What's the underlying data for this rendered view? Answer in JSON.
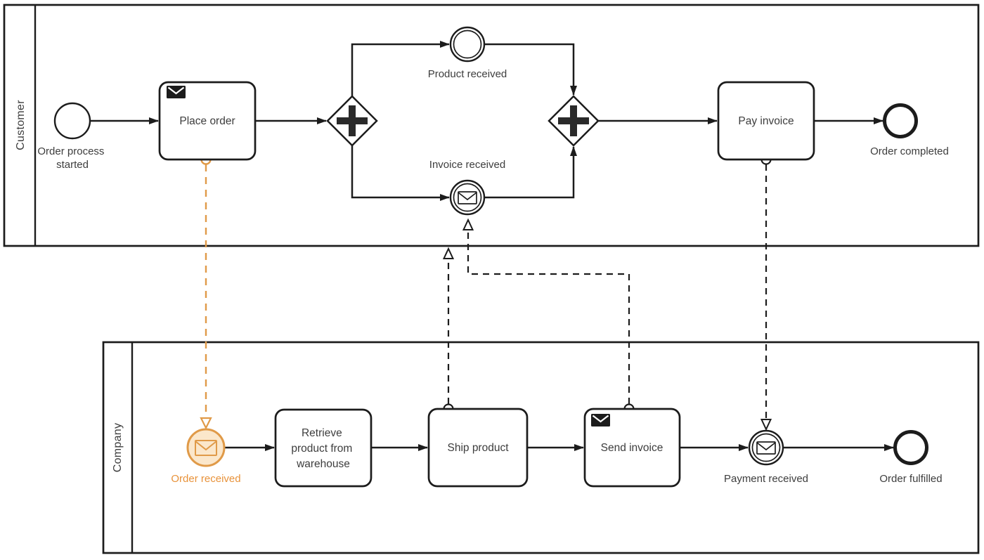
{
  "diagram": {
    "type": "BPMN collaboration diagram",
    "background_color": "#ffffff",
    "line_color": "#1c1c1c",
    "text_color": "#3d3d3d",
    "highlight_stroke_color": "#E09A48",
    "highlight_fill_color": "#FBE7CB",
    "highlight_text_color": "#E8923A"
  },
  "pools": {
    "customer": {
      "label": "Customer"
    },
    "company": {
      "label": "Company"
    }
  },
  "customer_lane": {
    "start_event": {
      "label_line1": "Order process",
      "label_line2": "started"
    },
    "place_order_task": {
      "label": "Place order",
      "icon": "message-icon"
    },
    "gateway_split": {
      "type": "parallel-gateway"
    },
    "product_received_event": {
      "label": "Product received"
    },
    "invoice_received_event": {
      "label": "Invoice received",
      "icon": "message-icon"
    },
    "gateway_join": {
      "type": "parallel-gateway"
    },
    "pay_invoice_task": {
      "label": "Pay invoice"
    },
    "end_event": {
      "label": "Order completed"
    }
  },
  "company_lane": {
    "order_received_event": {
      "label": "Order received",
      "icon": "message-icon",
      "highlighted": true
    },
    "retrieve_task": {
      "label_line1": "Retrieve",
      "label_line2": "product from",
      "label_line3": "warehouse"
    },
    "ship_product_task": {
      "label": "Ship product"
    },
    "send_invoice_task": {
      "label": "Send invoice",
      "icon": "message-icon"
    },
    "payment_received_event": {
      "label": "Payment received",
      "icon": "message-icon"
    },
    "end_event": {
      "label": "Order fulfilled"
    }
  }
}
